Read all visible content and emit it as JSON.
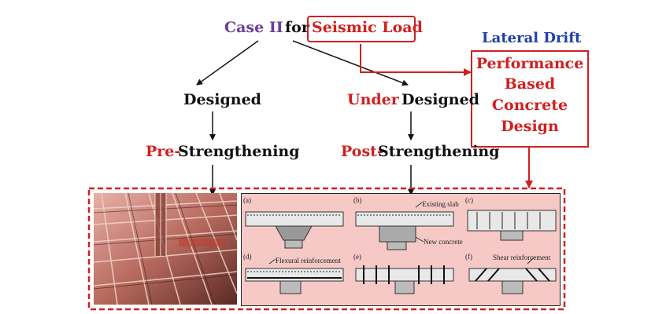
{
  "header": {
    "case": "Case II",
    "for": "for",
    "seismic_load": "Seismic Load"
  },
  "lateral_drift": "Lateral Drift",
  "pbcd": [
    "Performance",
    "Based",
    "Concrete",
    "Design"
  ],
  "left_branch": {
    "designed": "Designed",
    "pre": "Pre-",
    "strengthening": "Strengthening"
  },
  "right_branch": {
    "under": "Under",
    "designed": "Designed",
    "post": "Post-",
    "strengthening": "Strengthening"
  },
  "panels": {
    "labels": [
      "(a)",
      "(b)",
      "(c)",
      "(d)",
      "(e)",
      "(f)"
    ],
    "existing_slab": "Existing slab",
    "new_concrete": "New concrete",
    "flexural_reinforcement": "Flexural reinforcement",
    "shear_reinforcement": "Shear reinforcement"
  },
  "colors": {
    "accent_red": "#d11f1f",
    "purple": "#6a3d9a",
    "blue": "#1f3ea8",
    "panel_tint": "#f6c9c6"
  }
}
